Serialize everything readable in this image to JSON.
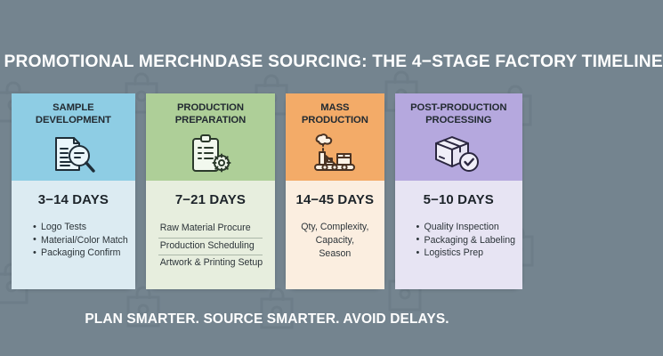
{
  "theme": {
    "background": "#74848f",
    "title_color": "#ffffff",
    "text_dark": "#2c3439"
  },
  "title": "PROMOTIONAL MERCHNDASE SOURCING: THE 4−STAGE FACTORY TIMELINE",
  "footer": "PLAN SMARTER. SOURCE SMARTER. AVOID DELAYS.",
  "cards": [
    {
      "title": "SAMPLE DEVELOPMENT",
      "days": "3−14 DAYS",
      "icon": "document-magnifier-icon",
      "header_color": "#8ecde4",
      "body_color": "#dcebf2",
      "list_style": "bulleted",
      "items": [
        "Logo Tests",
        "Material/Color Match",
        "Packaging Confirm"
      ]
    },
    {
      "title": "PRODUCTION PREPARATION",
      "days": "7−21 DAYS",
      "icon": "clipboard-gear-icon",
      "header_color": "#aecf98",
      "body_color": "#e7eede",
      "list_style": "lined",
      "items": [
        "Raw Material Procure",
        "Production Scheduling",
        "Artwork & Printing Setup"
      ]
    },
    {
      "title": "MASS PRODUCTION",
      "days": "14−45 DAYS",
      "icon": "factory-conveyor-icon",
      "header_color": "#f3ab68",
      "body_color": "#fbeee0",
      "list_style": "plain",
      "items": [
        "Qty, Complexity, Capacity, Season"
      ]
    },
    {
      "title": "POST-PRODUCTION PROCESSING",
      "days": "5−10 DAYS",
      "icon": "box-check-icon",
      "header_color": "#b5a8de",
      "body_color": "#e7e4f3",
      "list_style": "bulleted",
      "items": [
        "Quality Inspection",
        "Packaging & Labeling",
        "Logistics Prep"
      ]
    }
  ]
}
